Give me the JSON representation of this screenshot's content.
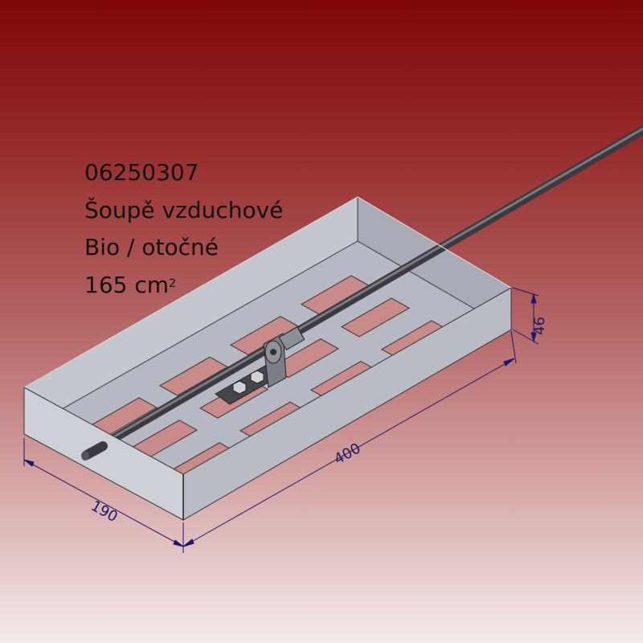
{
  "product": {
    "code": "06250307",
    "name": "Šoupě vzduchové",
    "variant": "Bio / otočné",
    "area_value": "165 cm",
    "area_exponent": "2"
  },
  "dimensions": {
    "width": "190",
    "length": "400",
    "height": "46"
  },
  "colors": {
    "background_top": "#7f0707",
    "background_bottom": "#f4ecec",
    "metal": "#b9bcc6",
    "dimension_line": "#1a1a6e"
  }
}
